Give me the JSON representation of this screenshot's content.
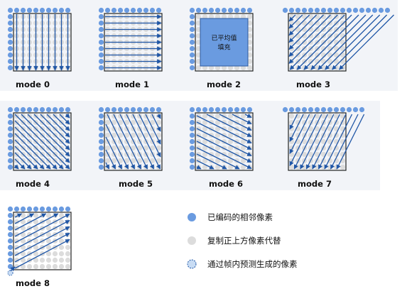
{
  "colors": {
    "background": "#ffffff",
    "band": "#f2f4f8",
    "neighbor_pixel": "#6a9be0",
    "copied_pixel": "#dcdcdc",
    "generated_pixel": "#c8dcf4",
    "arrow": "#1f56a6",
    "dc_fill": "#6a9be0",
    "block_border": "#222222"
  },
  "modes": [
    {
      "label": "mode 0",
      "pattern": "vertical"
    },
    {
      "label": "mode 1",
      "pattern": "horizontal"
    },
    {
      "label": "mode 2",
      "pattern": "dc",
      "text_line1": "已平均值",
      "text_line2": "填充"
    },
    {
      "label": "mode 3",
      "pattern": "diagonal-down-left"
    },
    {
      "label": "mode 4",
      "pattern": "diagonal-down-right"
    },
    {
      "label": "mode 5",
      "pattern": "vertical-right"
    },
    {
      "label": "mode 6",
      "pattern": "horizontal-down"
    },
    {
      "label": "mode 7",
      "pattern": "vertical-left"
    },
    {
      "label": "mode 8",
      "pattern": "horizontal-up"
    }
  ],
  "legend": [
    {
      "icon": "neighbor-pixel-icon",
      "label": "已编码的相邻像素"
    },
    {
      "icon": "copied-pixel-icon",
      "label": "复制正上方像素代替"
    },
    {
      "icon": "generated-pixel-icon",
      "label": "通过帧内预测生成的像素"
    }
  ]
}
